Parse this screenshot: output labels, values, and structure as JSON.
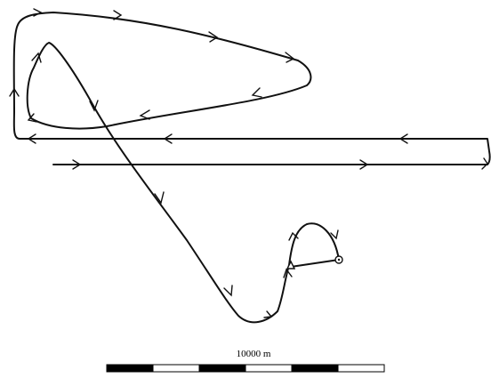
{
  "map": {
    "track_color": "#111111",
    "background_color": "#ffffff",
    "start_marker": "triangle",
    "end_marker": "circle"
  },
  "scale_bar": {
    "label": "10000 m",
    "segments": 6,
    "colors": [
      "#000000",
      "#ffffff"
    ]
  }
}
